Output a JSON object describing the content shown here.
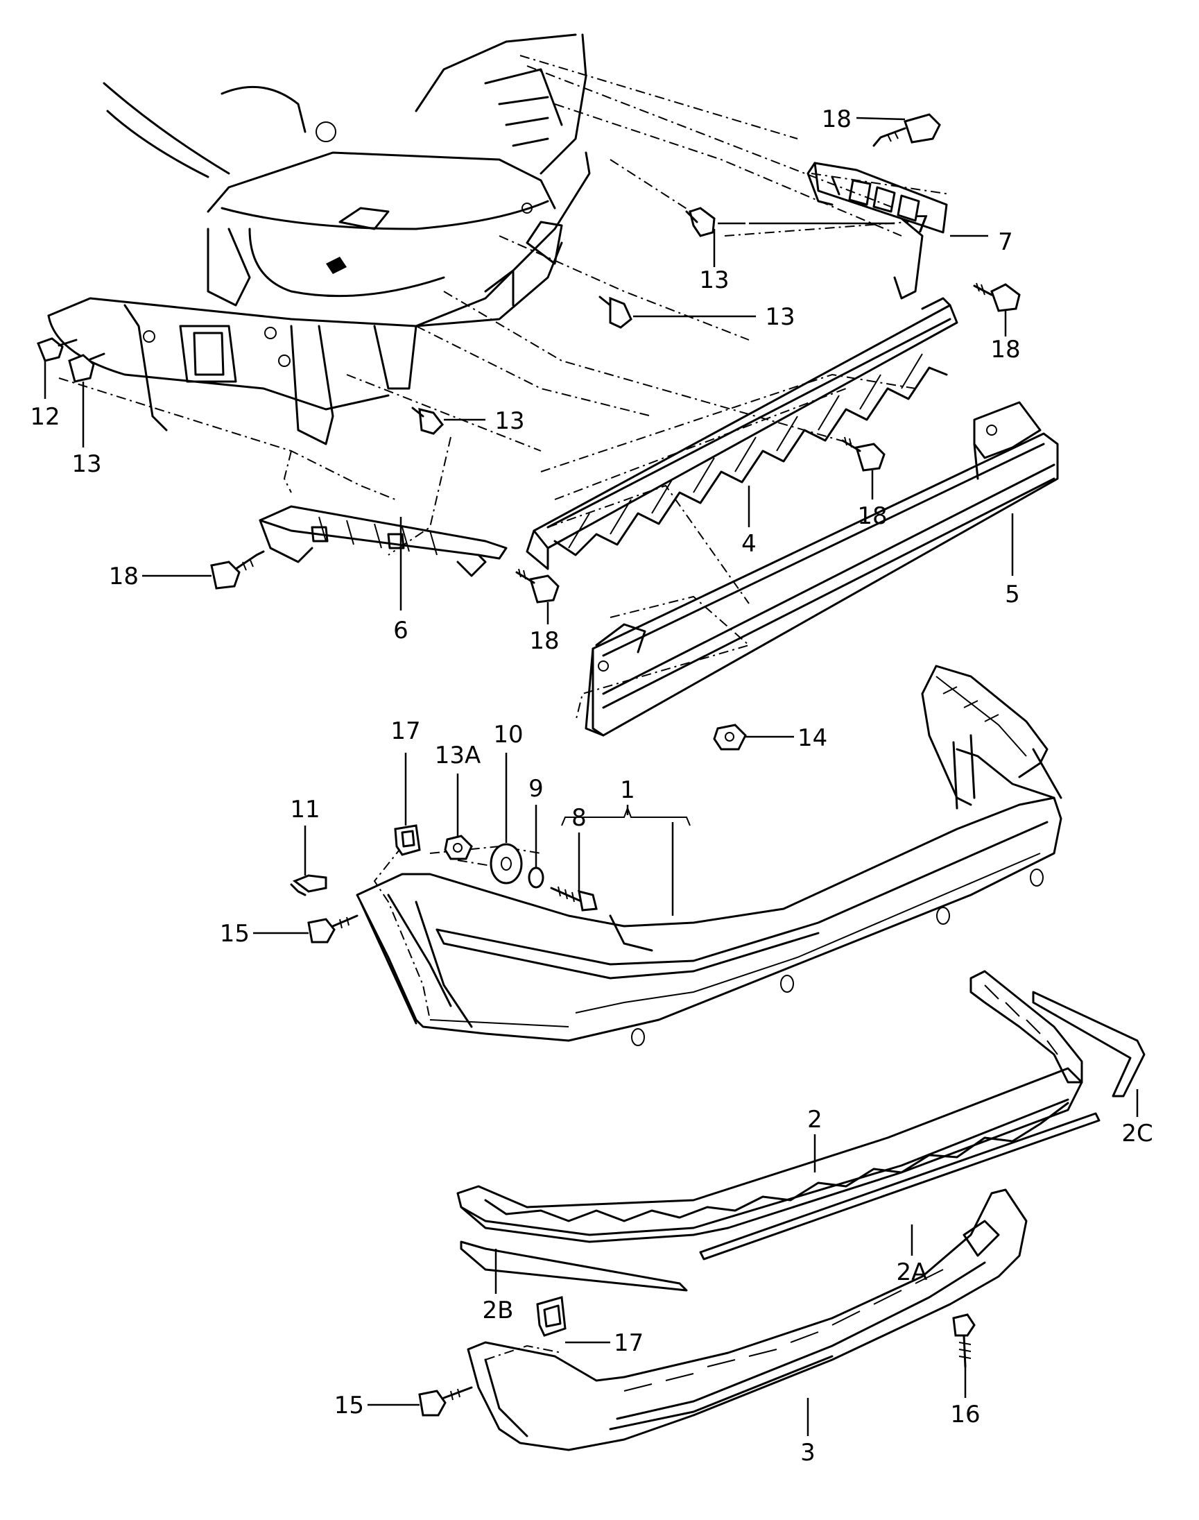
{
  "diagram": {
    "callouts": {
      "c1": "1",
      "c2": "2",
      "c2A": "2A",
      "c2B": "2B",
      "c2C": "2C",
      "c3": "3",
      "c4": "4",
      "c5": "5",
      "c6": "6",
      "c7": "7",
      "c8": "8",
      "c9": "9",
      "c10": "10",
      "c11": "11",
      "c12": "12",
      "c13": "13",
      "c13A": "13A",
      "c14": "14",
      "c15": "15",
      "c16": "16",
      "c17": "17",
      "c18": "18"
    },
    "style": {
      "line_color": "#000000",
      "background": "#ffffff"
    }
  }
}
